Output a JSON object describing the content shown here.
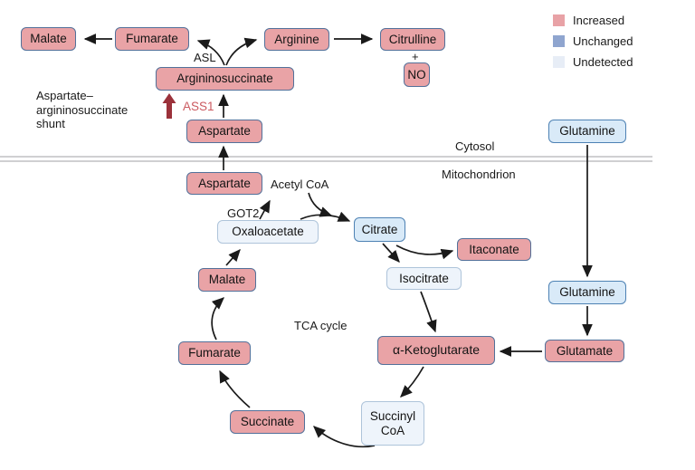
{
  "legend": {
    "items": [
      {
        "name": "increased",
        "label": "Increased",
        "color": "#e8a2a6"
      },
      {
        "name": "unchanged",
        "label": "Unchanged",
        "color": "#8fa5cf"
      },
      {
        "name": "undetected",
        "label": "Undetected",
        "color": "#e7edf6"
      }
    ]
  },
  "colors": {
    "increased": {
      "fill": "#e9a3a6",
      "border": "#53719a"
    },
    "unchanged": {
      "fill": "#d9eaf8",
      "border": "#4e82b4"
    },
    "undetected": {
      "fill": "#eef4fb",
      "border": "#aec4da"
    },
    "arrow": "#1a1a1a",
    "membrane": "#b4b5b8",
    "ass1_arrow": "#9b313a",
    "ass1_text": "#cb5a60"
  },
  "annotations": {
    "asl": "ASL",
    "ass1": "ASS1",
    "shunt_label": "Aspartate–argininosuccinate shunt",
    "cytosol": "Cytosol",
    "mitochondrion": "Mitochondrion",
    "acetyl_coa": "Acetyl CoA",
    "got2": "GOT2",
    "tca_cycle": "TCA cycle",
    "plus": "+"
  },
  "nodes": [
    {
      "id": "malate-cytosol",
      "label": "Malate",
      "status": "increased"
    },
    {
      "id": "fumarate-cytosol",
      "label": "Fumarate",
      "status": "increased"
    },
    {
      "id": "arginine",
      "label": "Arginine",
      "status": "increased"
    },
    {
      "id": "citrulline",
      "label": "Citrulline",
      "status": "increased"
    },
    {
      "id": "no",
      "label": "NO",
      "status": "increased"
    },
    {
      "id": "argininosuccinate",
      "label": "Argininosuccinate",
      "status": "increased"
    },
    {
      "id": "aspartate-cytosol",
      "label": "Aspartate",
      "status": "increased"
    },
    {
      "id": "glutamine-cytosol",
      "label": "Glutamine",
      "status": "unchanged"
    },
    {
      "id": "aspartate-mito",
      "label": "Aspartate",
      "status": "increased"
    },
    {
      "id": "oxaloacetate",
      "label": "Oxaloacetate",
      "status": "undetected"
    },
    {
      "id": "citrate",
      "label": "Citrate",
      "status": "unchanged"
    },
    {
      "id": "itaconate",
      "label": "Itaconate",
      "status": "increased"
    },
    {
      "id": "isocitrate",
      "label": "Isocitrate",
      "status": "undetected"
    },
    {
      "id": "glutamine-mito",
      "label": "Glutamine",
      "status": "unchanged"
    },
    {
      "id": "malate-tca",
      "label": "Malate",
      "status": "increased"
    },
    {
      "id": "fumarate-tca",
      "label": "Fumarate",
      "status": "increased"
    },
    {
      "id": "alpha-ketoglutarate",
      "label": "α-Ketoglutarate",
      "status": "increased"
    },
    {
      "id": "glutamate",
      "label": "Glutamate",
      "status": "increased"
    },
    {
      "id": "succinate",
      "label": "Succinate",
      "status": "increased"
    },
    {
      "id": "succinyl-coa",
      "label": "Succinyl\nCoA",
      "status": "undetected"
    }
  ]
}
